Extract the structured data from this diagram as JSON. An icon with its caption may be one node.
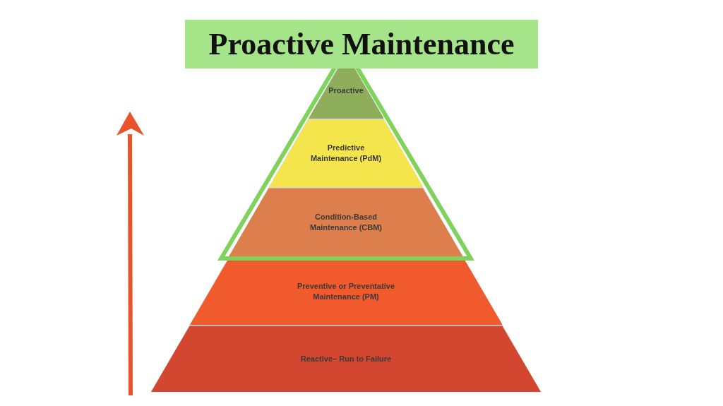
{
  "diagram": {
    "nodes": [
      {
        "text": [
          "Proactive Maintenance"
        ]
      },
      {
        "text": [
          "Proactive"
        ],
        "in": 0
      },
      {
        "text": [
          "Predictive Maintenance (PdM)"
        ],
        "in": 0
      },
      {
        "text": [
          "Condition-Based Maintenance (CBM)"
        ],
        "in": 0
      },
      {
        "text": [
          "Preventive or Preventative Maintenance (PM)"
        ]
      },
      {
        "text": [
          "Reactive– Run to Failure"
        ]
      }
    ]
  }
}
